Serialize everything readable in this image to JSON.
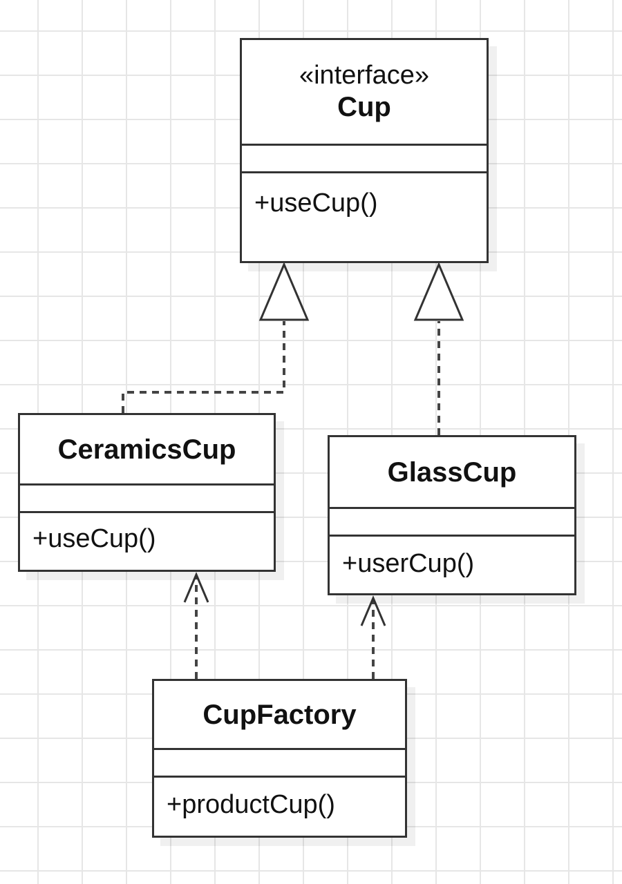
{
  "diagram": {
    "type": "uml-class-diagram",
    "classes": {
      "cup": {
        "stereotype": "«interface»",
        "name": "Cup",
        "operations": [
          "+useCup()"
        ]
      },
      "ceramics_cup": {
        "name": "CeramicsCup",
        "operations": [
          "+useCup()"
        ]
      },
      "glass_cup": {
        "name": "GlassCup",
        "operations": [
          "+userCup()"
        ]
      },
      "cup_factory": {
        "name": "CupFactory",
        "operations": [
          "+productCup()"
        ]
      }
    },
    "relationships": [
      {
        "type": "realization",
        "from": "CeramicsCup",
        "to": "Cup"
      },
      {
        "type": "realization",
        "from": "GlassCup",
        "to": "Cup"
      },
      {
        "type": "dependency",
        "from": "CupFactory",
        "to": "CeramicsCup"
      },
      {
        "type": "dependency",
        "from": "CupFactory",
        "to": "GlassCup"
      }
    ]
  },
  "colors": {
    "background": "#ffffff",
    "grid": "#e6e6e6",
    "line": "#333333"
  }
}
